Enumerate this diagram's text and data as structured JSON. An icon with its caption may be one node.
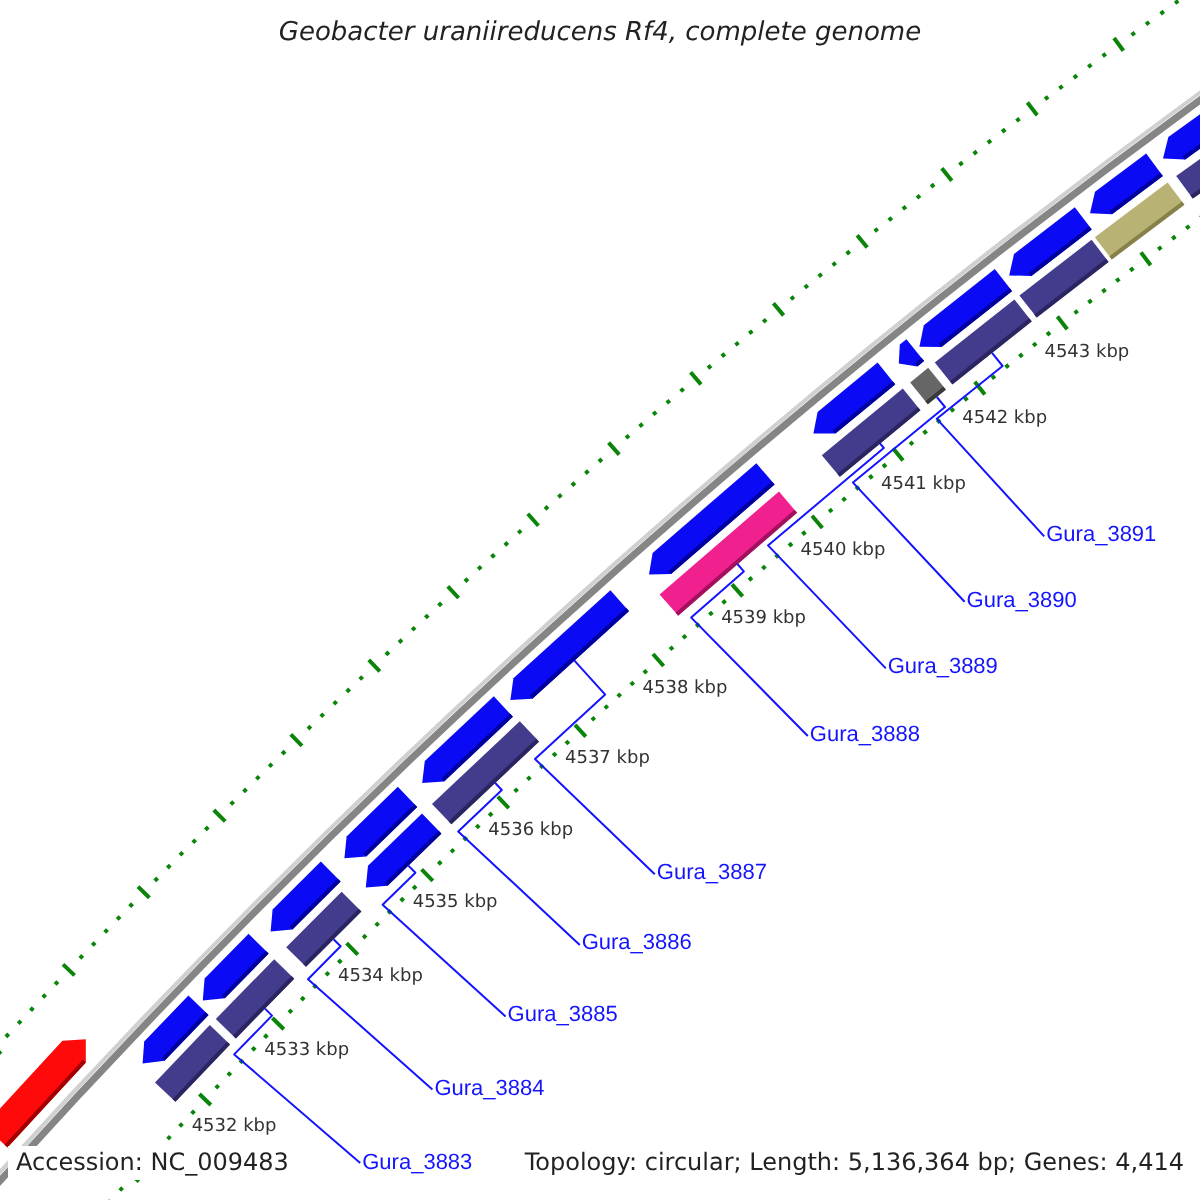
{
  "diagram": {
    "title": "Geobacter uraniireducens Rf4, complete genome",
    "nodes": [
      {
        "text": [
          "Gura_3883"
        ]
      },
      {
        "text": [
          "Gura_3884"
        ]
      },
      {
        "text": [
          "Gura_3885"
        ]
      },
      {
        "text": [
          "Gura_3886"
        ]
      },
      {
        "text": [
          "Gura_3887"
        ]
      },
      {
        "text": [
          "Gura_3888"
        ]
      },
      {
        "text": [
          "Gura_3889"
        ]
      },
      {
        "text": [
          "Gura_3890"
        ]
      },
      {
        "text": [
          "Gura_3891"
        ]
      },
      {
        "text": [],
        "shape": "arrow"
      },
      {
        "text": [],
        "shape": "arrow"
      },
      {
        "text": [],
        "shape": "arrow"
      },
      {
        "text": [],
        "shape": "arrow"
      },
      {
        "text": [],
        "shape": "arrow"
      },
      {
        "text": [],
        "shape": "arrow"
      },
      {
        "text": [],
        "shape": "arrow"
      },
      {
        "text": [],
        "shape": "arrow"
      },
      {
        "text": [],
        "shape": "arrow"
      },
      {
        "text": [],
        "shape": "arrow"
      },
      {
        "text": [],
        "shape": "arrow"
      },
      {
        "text": [],
        "shape": "arrow"
      },
      {
        "text": [],
        "shape": "arrow"
      },
      {
        "text": [],
        "shape": "arrow"
      },
      {
        "text": [],
        "shape": "bar"
      },
      {
        "text": [],
        "shape": "bar"
      },
      {
        "text": [],
        "shape": "bar"
      },
      {
        "text": [],
        "shape": "arrow"
      },
      {
        "text": [],
        "shape": "bar"
      },
      {
        "text": [],
        "shape": "bar"
      },
      {
        "text": [],
        "shape": "bar"
      },
      {
        "text": [],
        "shape": "bar"
      },
      {
        "text": [],
        "shape": "bar"
      },
      {
        "text": [],
        "shape": "bar"
      },
      {
        "text": [],
        "shape": "bar"
      },
      {
        "text": [],
        "shape": "bar"
      }
    ],
    "edges": [
      {
        "from": 0,
        "to": 24,
        "arrow": "none"
      },
      {
        "from": 1,
        "to": 25,
        "arrow": "none"
      },
      {
        "from": 2,
        "to": 26,
        "arrow": "none"
      },
      {
        "from": 3,
        "to": 27,
        "arrow": "none"
      },
      {
        "from": 4,
        "to": 15,
        "arrow": "none"
      },
      {
        "from": 5,
        "to": 28,
        "arrow": "none"
      },
      {
        "from": 6,
        "to": 29,
        "arrow": "none"
      },
      {
        "from": 7,
        "to": 30,
        "arrow": "none"
      },
      {
        "from": 8,
        "to": 31,
        "arrow": "none"
      }
    ],
    "labels": [
      "4532 kbp",
      "4533 kbp",
      "4534 kbp",
      "4535 kbp",
      "4536 kbp",
      "4537 kbp",
      "4538 kbp",
      "4539 kbp",
      "4540 kbp",
      "4541 kbp",
      "4542 kbp",
      "4543 kbp",
      "Accession: NC_009483",
      "Topology: circular; Length: 5,136,364 bp; Genes: 4,414"
    ]
  }
}
